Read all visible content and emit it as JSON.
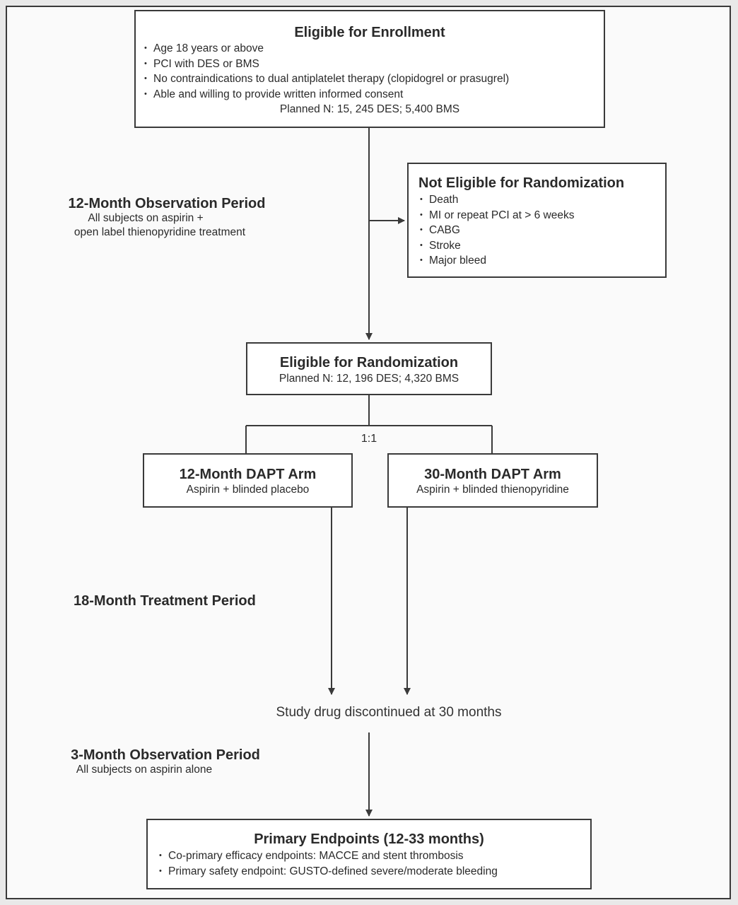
{
  "enrollment": {
    "title": "Eligible for Enrollment",
    "items": [
      "Age 18 years or above",
      "PCI with DES or BMS",
      "No contraindications to dual antiplatelet therapy (clopidogrel or prasugrel)",
      "Able and willing to provide written informed consent"
    ],
    "planned": "Planned N: 15, 245 DES; 5,400 BMS"
  },
  "not_eligible": {
    "title": "Not Eligible for Randomization",
    "items": [
      "Death",
      "MI or repeat PCI at > 6 weeks",
      "CABG",
      "Stroke",
      "Major bleed"
    ]
  },
  "observation12": {
    "title": "12-Month Observation Period",
    "line1": "All subjects on aspirin +",
    "line2": "open label thienopyridine treatment"
  },
  "randomization": {
    "title": "Eligible for Randomization",
    "planned": "Planned N: 12, 196 DES; 4,320 BMS"
  },
  "ratio": "1:1",
  "arm12": {
    "title": "12-Month DAPT Arm",
    "subtitle": "Aspirin + blinded placebo"
  },
  "arm30": {
    "title": "30-Month DAPT Arm",
    "subtitle": "Aspirin + blinded thienopyridine"
  },
  "treatment": {
    "title": "18-Month Treatment Period"
  },
  "discontinued": "Study drug discontinued at 30 months",
  "observation3": {
    "title": "3-Month Observation Period",
    "line1": "All subjects on aspirin alone"
  },
  "endpoints": {
    "title": "Primary Endpoints (12-33 months)",
    "items": [
      "Co-primary efficacy endpoints: MACCE and stent thrombosis",
      "Primary safety endpoint: GUSTO-defined severe/moderate bleeding"
    ]
  },
  "colors": {
    "line": "#3a3a3a",
    "box_border": "#3a3a3a",
    "text": "#2a2a2a",
    "background": "#fafafa"
  }
}
